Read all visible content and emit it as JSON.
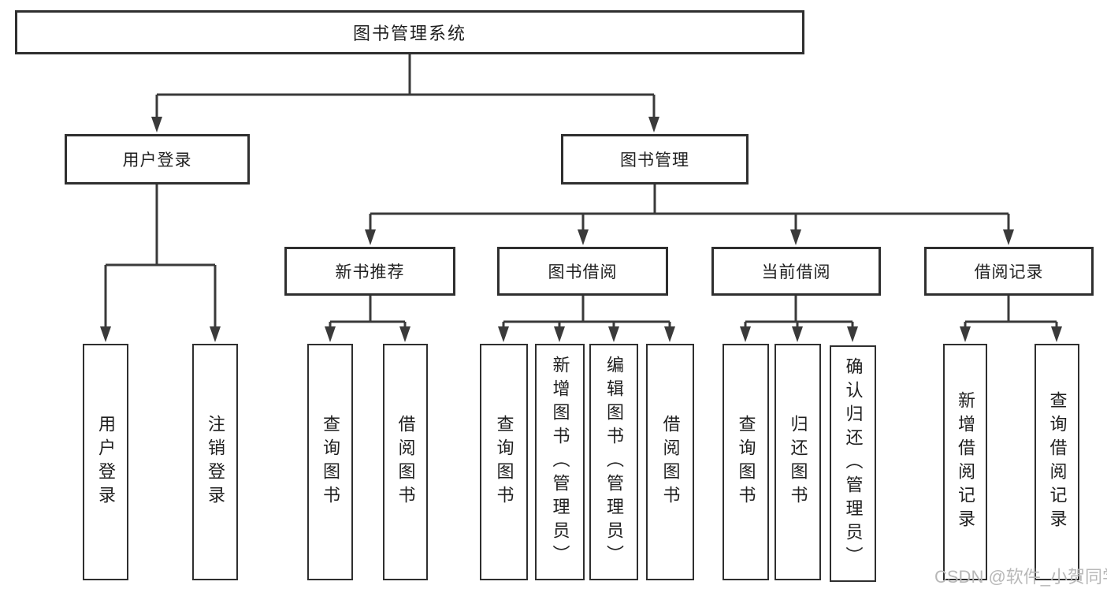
{
  "diagram": {
    "title_node": "图书管理系统",
    "user": {
      "label": "用户登录",
      "children": [
        "用户登录",
        "注销登录"
      ]
    },
    "mgmt": {
      "label": "图书管理",
      "groups": [
        {
          "label": "新书推荐",
          "children": [
            "查询图书",
            "借阅图书"
          ]
        },
        {
          "label": "图书借阅",
          "children": [
            "查询图书",
            "新增图书（管理员）",
            "编辑图书（管理员）",
            "借阅图书"
          ]
        },
        {
          "label": "当前借阅",
          "children": [
            "查询图书",
            "归还图书",
            "确认归还（管理员）"
          ]
        },
        {
          "label": "借阅记录",
          "children": [
            "新增借阅记录",
            "查询借阅记录"
          ]
        }
      ]
    },
    "watermark": "CSDN @软件_小贺同学",
    "colors": {
      "line": "#3a3a3a",
      "border": "#2f2f2f",
      "text": "#1f1f1f",
      "watermark_text": "#b8b8b8",
      "background": "#ffffff"
    }
  }
}
